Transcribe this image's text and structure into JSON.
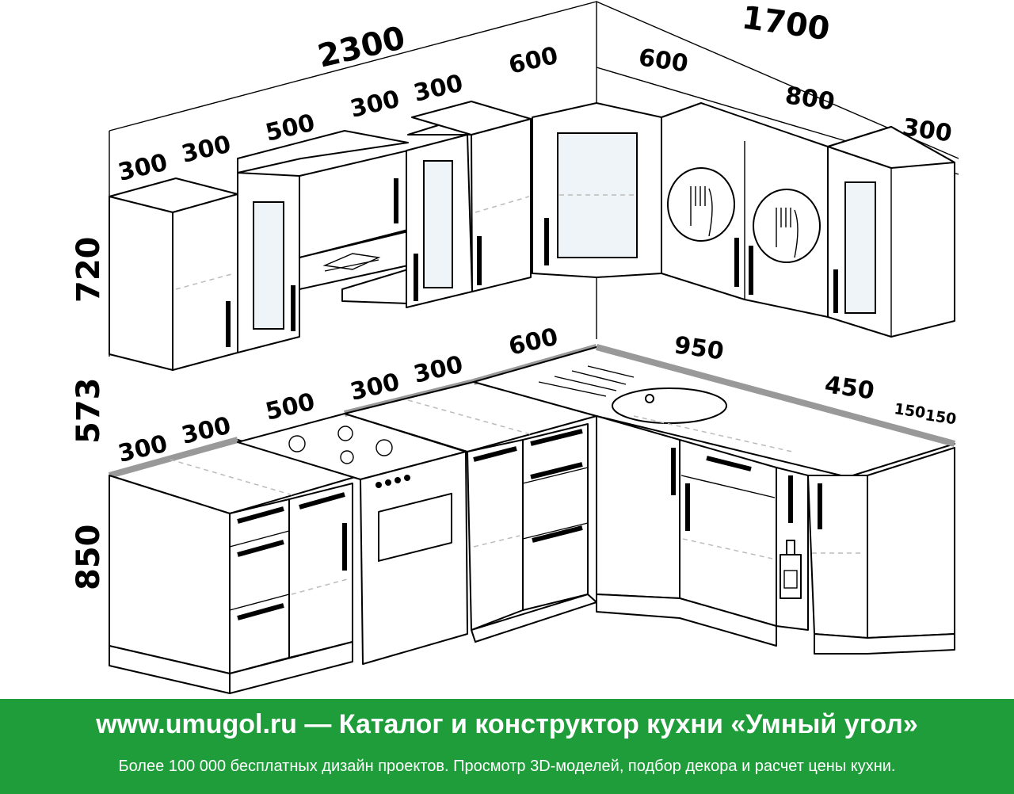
{
  "dimensions": {
    "wall_left_total": "2300",
    "wall_right_total": "1700",
    "height_upper": "720",
    "height_gap": "573",
    "height_lower": "850",
    "upper_left": [
      "300",
      "300",
      "500",
      "300",
      "300",
      "600"
    ],
    "upper_right": [
      "600",
      "800",
      "300"
    ],
    "lower_left": [
      "300",
      "300",
      "500",
      "300",
      "300",
      "600"
    ],
    "lower_right": [
      "950",
      "450",
      "150",
      "150"
    ]
  },
  "colors": {
    "footer_background": "#1f9d3a",
    "countertop_edge": "#999999"
  },
  "icons": [
    "fork-knife-icon",
    "bottle-icon"
  ],
  "footer": {
    "title": "www.umugol.ru — Каталог и конструктор кухни «Умный угол»",
    "subtitle": "Более 100 000 бесплатных дизайн проектов. Просмотр 3D-моделей, подбор декора и расчет цены кухни."
  }
}
